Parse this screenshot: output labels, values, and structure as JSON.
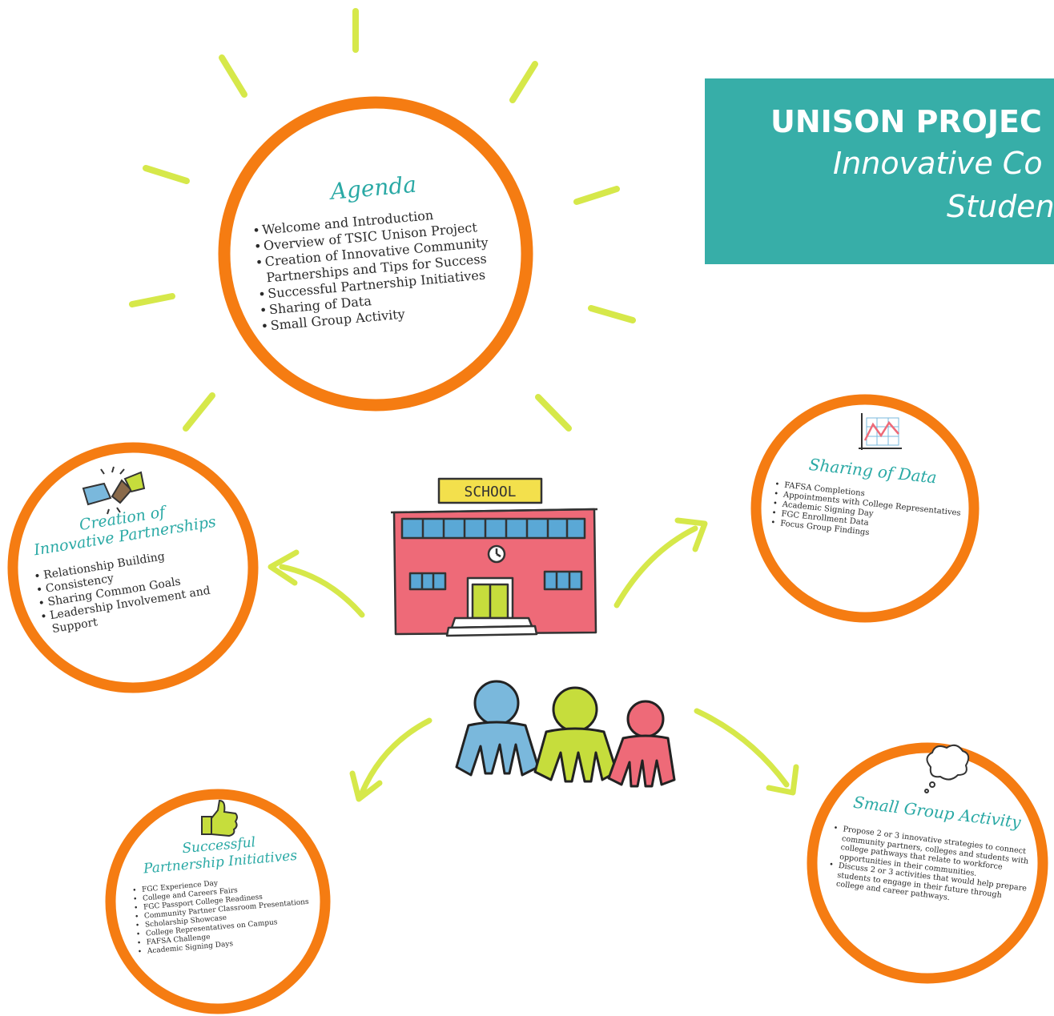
{
  "title": {
    "line1": "UNISON PROJEC",
    "line2": "Innovative Co",
    "line3": "Studen"
  },
  "agenda": {
    "heading": "Agenda",
    "items": [
      "Welcome and Introduction",
      "Overview of TSIC Unison Project",
      "Creation of Innovative Community Partnerships and Tips for Success",
      "Successful Partnership Initiatives",
      "Sharing of Data",
      "Small Group Activity"
    ]
  },
  "creation": {
    "heading_line1": "Creation of",
    "heading_line2": "Innovative Partnerships",
    "items": [
      "Relationship Building",
      "Consistency",
      "Sharing Common Goals",
      "Leadership Involvement and Support"
    ]
  },
  "sharing": {
    "heading": "Sharing of Data",
    "items": [
      "FAFSA Completions",
      "Appointments with College Representatives",
      "Academic Signing Day",
      "FGC Enrollment Data",
      "Focus Group Findings"
    ]
  },
  "success": {
    "heading_line1": "Successful",
    "heading_line2": "Partnership Initiatives",
    "items": [
      "FGC Experience Day",
      "College and Careers Fairs",
      "FGC Passport College Readiness",
      "Community Partner Classroom Presentations",
      "Scholarship Showcase",
      "College Representatives on Campus",
      "FAFSA Challenge",
      "Academic Signing Days"
    ]
  },
  "smallgroup": {
    "heading": "Small Group Activity",
    "items": [
      "Propose 2 or 3 innovative strategies to connect community partners, colleges and students with college pathways that relate to workforce opportunities in their communities.",
      "Discuss 2 or 3 activities that would help prepare students to engage in their future through college and career pathways."
    ]
  },
  "school": {
    "sign": "SCHOOL"
  },
  "colors": {
    "ring": "#f57c12",
    "ray": "#d6e84a",
    "arrow": "#d6e84a",
    "teal": "#37aea8",
    "building": "#ee6a78",
    "window": "#5aa8d6",
    "door": "#c6dd3c",
    "person_blue": "#7ab8dc",
    "person_green": "#c6dd3c",
    "person_red": "#ee6a78"
  }
}
